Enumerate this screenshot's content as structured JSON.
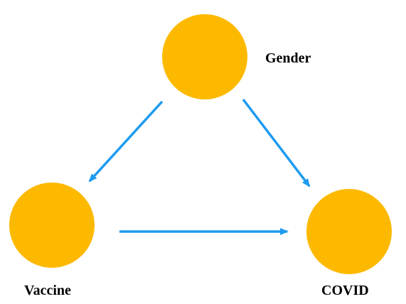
{
  "diagram": {
    "colors": {
      "node_fill": "#FDB900",
      "arrow": "#1E9BF0",
      "label": "#000000"
    },
    "nodes": [
      {
        "id": "gender",
        "label": "Gender"
      },
      {
        "id": "vaccine",
        "label": "Vaccine"
      },
      {
        "id": "covid",
        "label": "COVID"
      }
    ],
    "edges": [
      {
        "from": "gender",
        "to": "vaccine"
      },
      {
        "from": "gender",
        "to": "covid"
      },
      {
        "from": "vaccine",
        "to": "covid"
      }
    ]
  }
}
